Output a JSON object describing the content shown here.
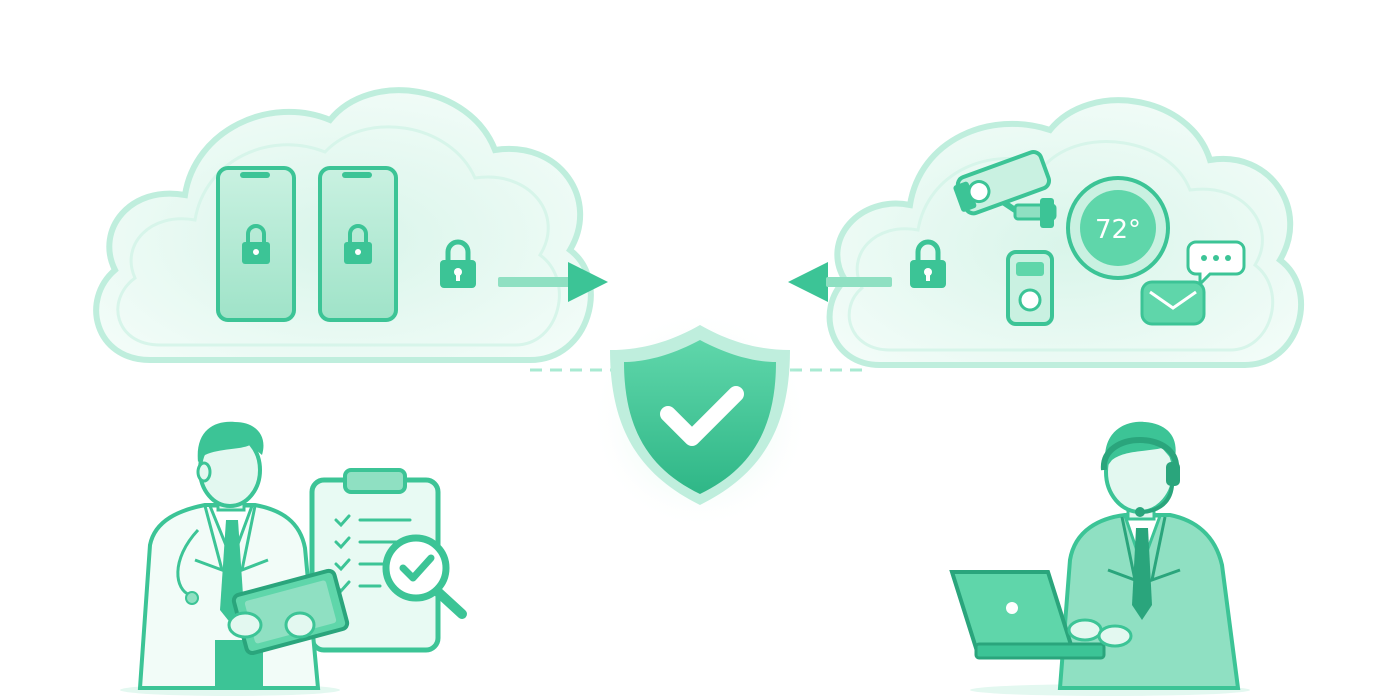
{
  "thermostat": {
    "reading": "72°"
  },
  "colors": {
    "accent": "#3cc496",
    "accent_dark": "#2aa57c",
    "accent_light": "#a8ead2",
    "accent_pale": "#e3f8f0",
    "white": "#ffffff"
  },
  "icons": [
    "cloud-icon",
    "smartphone-icon",
    "padlock-icon",
    "arrow-right-icon",
    "arrow-left-icon",
    "shield-check-icon",
    "security-camera-icon",
    "thermostat-icon",
    "smart-lock-icon",
    "smart-speaker-icon",
    "chat-bubble-icon",
    "clipboard-checklist-icon",
    "magnifier-check-icon",
    "doctor-figure",
    "support-agent-figure",
    "laptop-icon",
    "tablet-icon"
  ]
}
